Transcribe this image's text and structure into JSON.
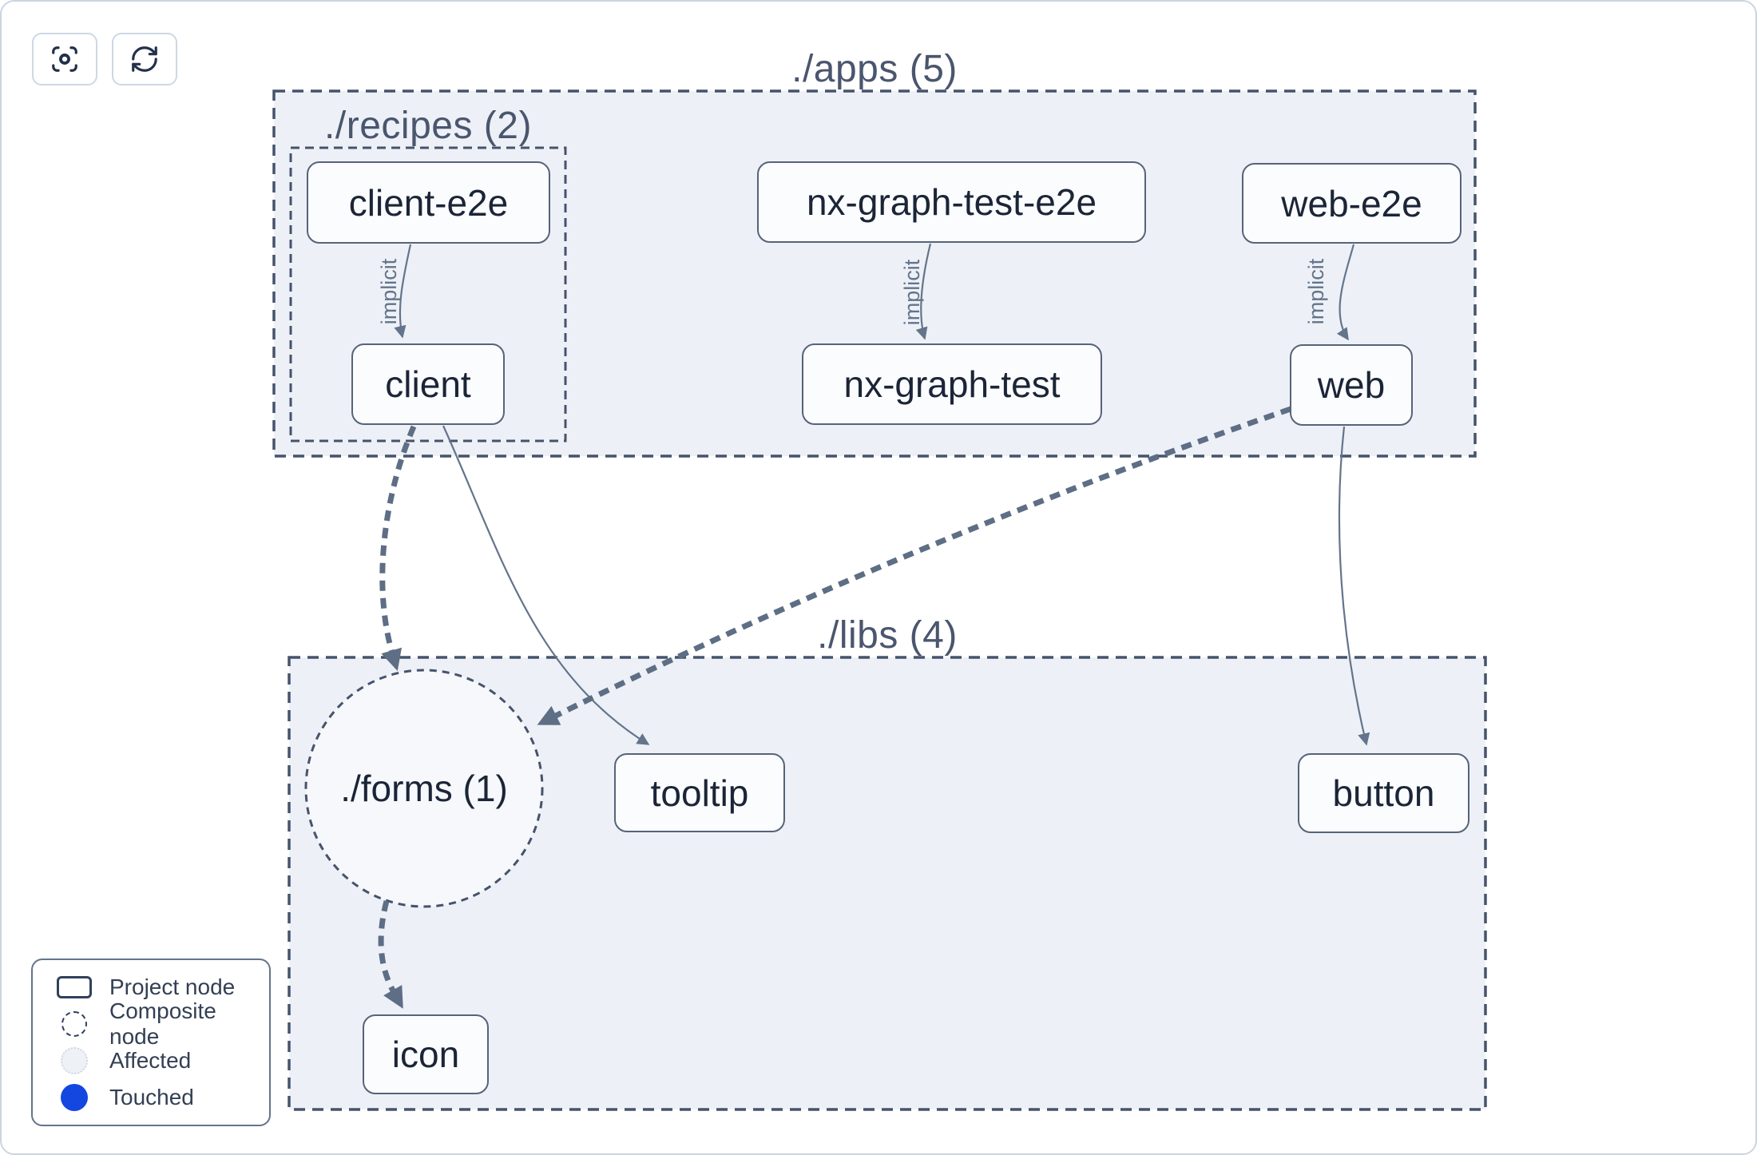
{
  "toolbar": {
    "buttons": [
      {
        "name": "focus",
        "icon": "focus-icon"
      },
      {
        "name": "refresh",
        "icon": "refresh-icon"
      }
    ]
  },
  "graph": {
    "groups": [
      {
        "id": "apps",
        "label": "./apps (5)"
      },
      {
        "id": "recipes",
        "label": "./recipes (2)"
      },
      {
        "id": "libs",
        "label": "./libs (4)"
      }
    ],
    "composite": {
      "id": "forms",
      "label": "./forms (1)"
    },
    "nodes": [
      {
        "id": "client-e2e",
        "label": "client-e2e"
      },
      {
        "id": "nx-graph-test-e2e",
        "label": "nx-graph-test-e2e"
      },
      {
        "id": "web-e2e",
        "label": "web-e2e"
      },
      {
        "id": "client",
        "label": "client"
      },
      {
        "id": "nx-graph-test",
        "label": "nx-graph-test"
      },
      {
        "id": "web",
        "label": "web"
      },
      {
        "id": "tooltip",
        "label": "tooltip"
      },
      {
        "id": "button",
        "label": "button"
      },
      {
        "id": "icon",
        "label": "icon"
      }
    ],
    "edges": [
      {
        "from": "client-e2e",
        "to": "client",
        "label": "implicit",
        "style": "solid"
      },
      {
        "from": "nx-graph-test-e2e",
        "to": "nx-graph-test",
        "label": "implicit",
        "style": "solid"
      },
      {
        "from": "web-e2e",
        "to": "web",
        "label": "implicit",
        "style": "solid"
      },
      {
        "from": "client",
        "to": "./forms (1)",
        "label": "",
        "style": "thick-dashed"
      },
      {
        "from": "client",
        "to": "tooltip",
        "label": "",
        "style": "solid"
      },
      {
        "from": "web",
        "to": "./forms (1)",
        "label": "",
        "style": "thick-dashed"
      },
      {
        "from": "web",
        "to": "button",
        "label": "",
        "style": "solid"
      },
      {
        "from": "./forms (1)",
        "to": "icon",
        "label": "",
        "style": "thick-dashed"
      }
    ]
  },
  "legend": {
    "items": [
      {
        "label": "Project node",
        "shape": "rect"
      },
      {
        "label": "Composite node",
        "shape": "dashed-circle"
      },
      {
        "label": "Affected",
        "shape": "affected-circle"
      },
      {
        "label": "Touched",
        "shape": "touched-circle"
      }
    ]
  },
  "colors": {
    "group_fill": "#edf1f7",
    "group_border": "#46536b",
    "node_fill": "#fbfcfe",
    "node_border": "#566379",
    "node_text": "#1b2537",
    "edge": "#64748b",
    "edge_thick": "#5d6e85",
    "touched_blue": "#1347e0"
  }
}
